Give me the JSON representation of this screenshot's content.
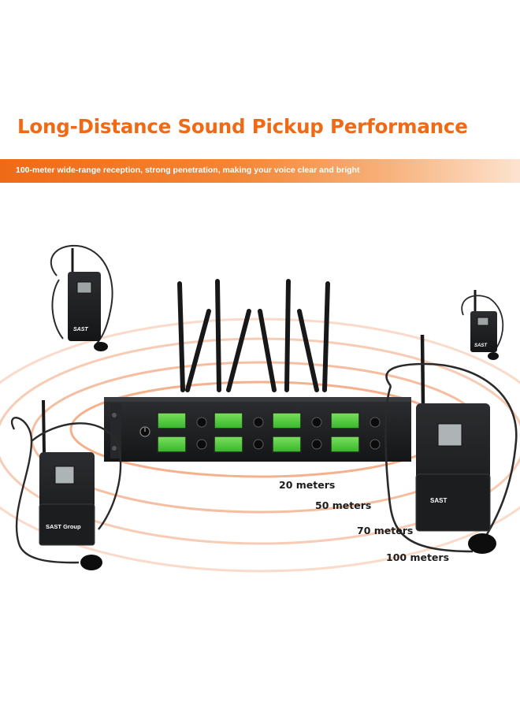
{
  "headline": "Long-Distance Sound Pickup Performance",
  "subheadline": "100-meter wide-range reception, strong penetration, making your voice clear and bright",
  "distances": {
    "d20": "20 meters",
    "d50": "50 meters",
    "d70": "70 meters",
    "d100": "100 meters"
  },
  "logos": {
    "pack_top_left": "SAST",
    "pack_top_right": "SAST",
    "pack_left": "SAST Group",
    "pack_right": "SAST"
  },
  "colors": {
    "accent_orange": "#f06a16",
    "lcd_green": "#4cd13a",
    "device_black": "#1e1f21"
  },
  "receiver": {
    "channel_count": 8
  }
}
